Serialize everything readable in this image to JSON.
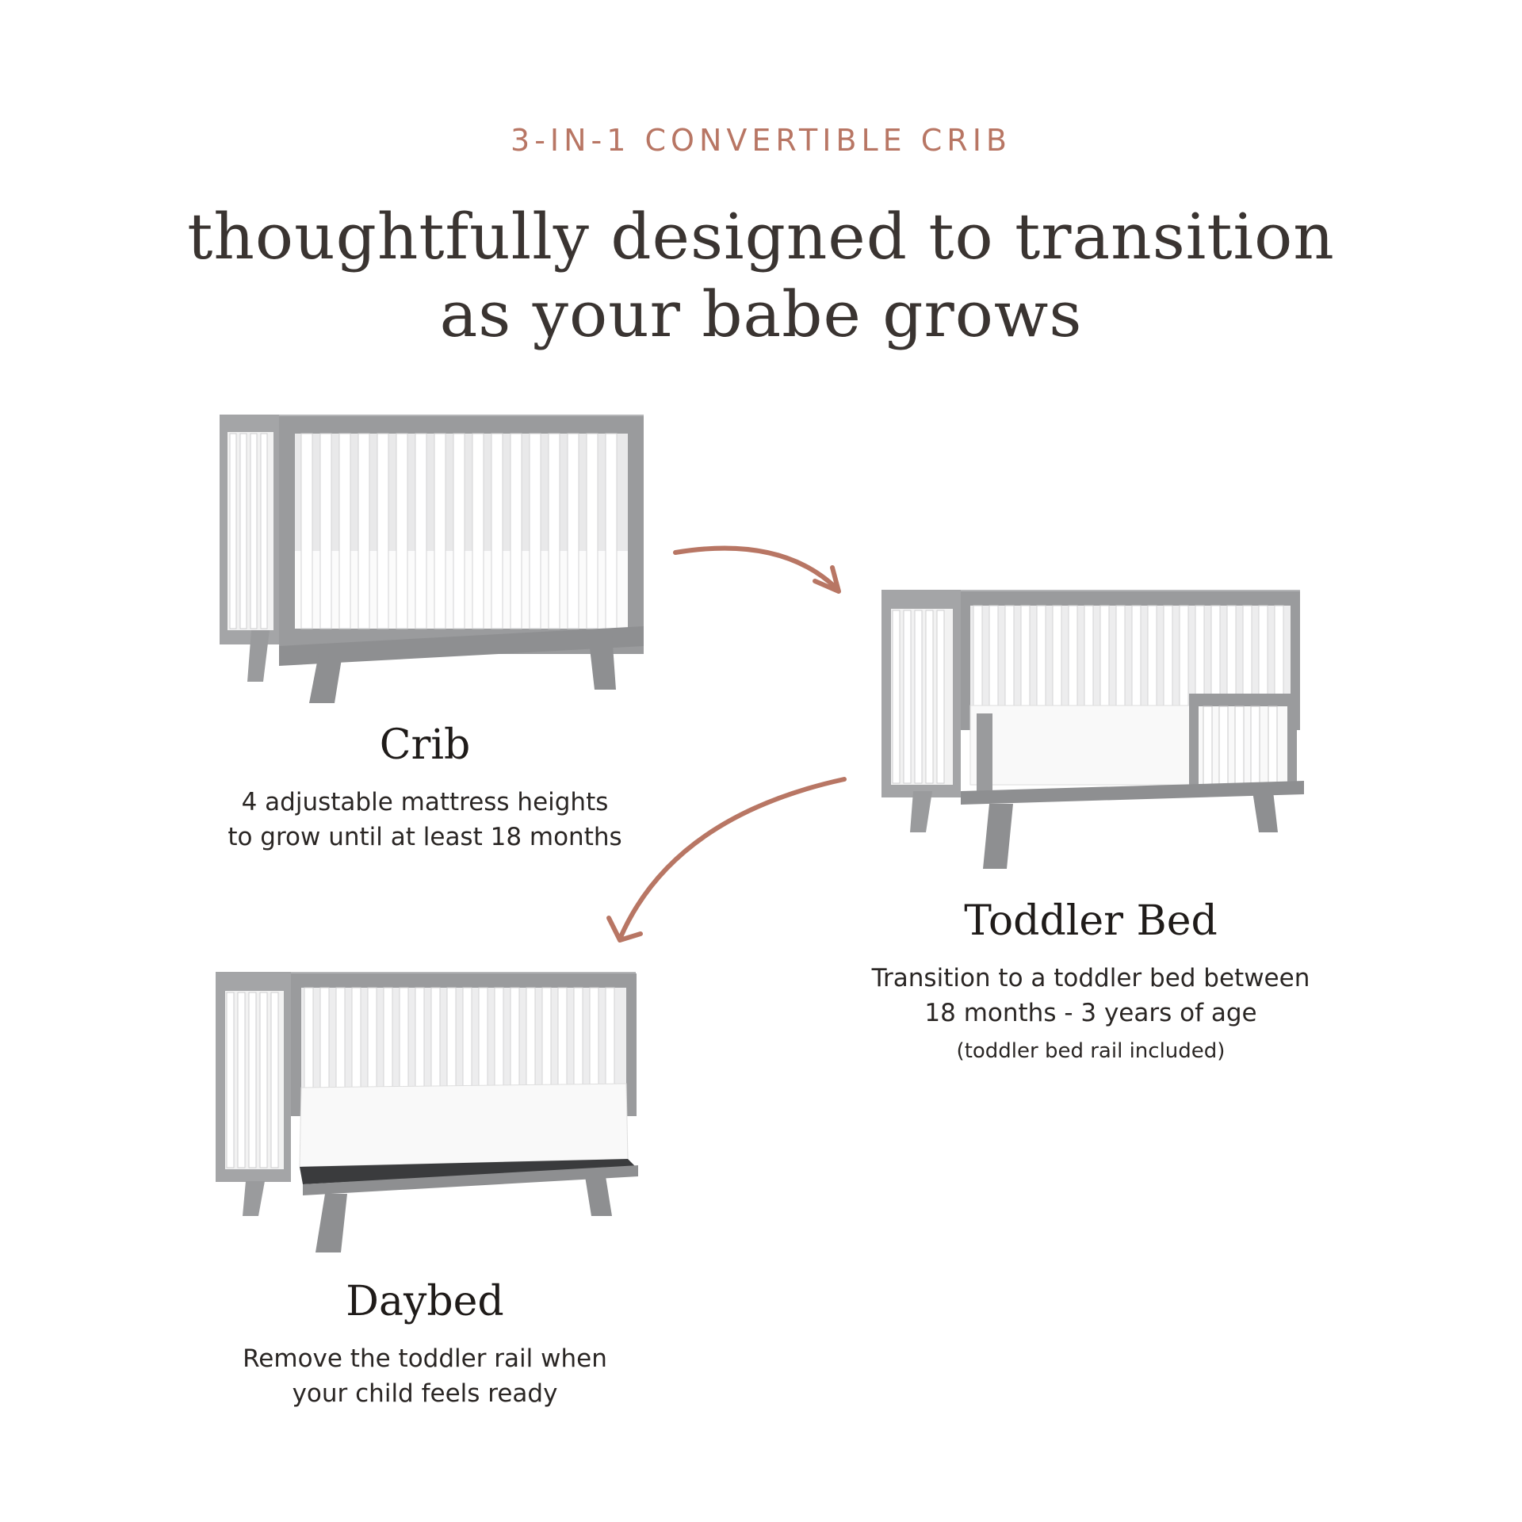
{
  "header": {
    "eyebrow": "3-IN-1 CONVERTIBLE CRIB",
    "headline_line1": "thoughtfully designed to transition",
    "headline_line2": "as your babe grows"
  },
  "stages": {
    "crib": {
      "title": "Crib",
      "desc_line1": "4 adjustable mattress heights",
      "desc_line2": "to grow until at least 18 months"
    },
    "toddler": {
      "title": "Toddler Bed",
      "desc_line1": "Transition to a toddler bed between",
      "desc_line2": "18 months - 3 years of age",
      "note": "(toddler bed rail included)"
    },
    "daybed": {
      "title": "Daybed",
      "desc_line1": "Remove the toddler rail when",
      "desc_line2": "your child feels ready"
    }
  },
  "colors": {
    "accent": "#b87664",
    "frame": "#9a9b9d",
    "frame_dark": "#8a8b8d",
    "slat": "#ffffff",
    "text": "#2a2624"
  }
}
